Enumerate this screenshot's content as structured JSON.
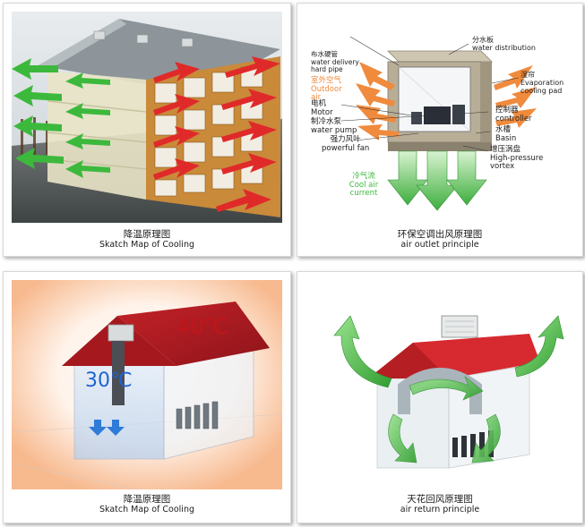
{
  "panels": [
    {
      "caption_cn": "降温原理图",
      "caption_en": "Skatch Map of Cooling"
    },
    {
      "caption_cn": "环保空调出风原理图",
      "caption_en": "air outlet principle",
      "labels": {
        "water_distribution_cn": "分水板",
        "water_distribution_en": "water distribution",
        "water_pipe_cn": "布水硬管",
        "water_pipe_en": "water delivery hard pipe",
        "outdoor_air_cn": "室外空气",
        "outdoor_air_en": "Outdoor air",
        "motor_cn": "电机",
        "motor_en": "Motor",
        "water_pump_cn": "制冷水泵",
        "water_pump_en": "water pump",
        "fan_cn": "强力风叶",
        "fan_en": "powerful fan",
        "cooling_pad_cn": "湿帘",
        "cooling_pad_en": "Evaporation cooling pad",
        "controller_cn": "控制器",
        "controller_en": "controller",
        "basin_cn": "水槽",
        "basin_en": "Basin",
        "vortex_cn": "增压涡盘",
        "vortex_en": "High-pressure vortex",
        "cool_air_cn": "冷气流",
        "cool_air_en": "Cool air current"
      }
    },
    {
      "caption_cn": "降温原理图",
      "caption_en": "Skatch Map of Cooling",
      "temp_outside": "40℃",
      "temp_inside": "30℃"
    },
    {
      "caption_cn": "天花回风原理图",
      "caption_en": "air return principle"
    }
  ],
  "colors": {
    "green_arrow": "#3cb93c",
    "red_arrow": "#e02a2a",
    "orange_arrow": "#f08a3c",
    "roof_red": "#b51e22",
    "temp_red": "#c0161a",
    "temp_blue": "#1e64d2"
  }
}
